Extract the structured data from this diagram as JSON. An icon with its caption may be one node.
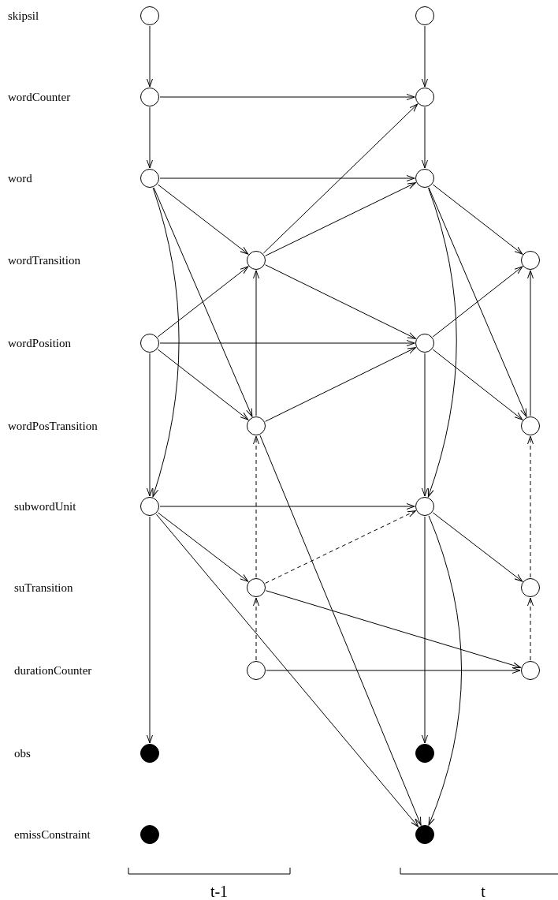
{
  "diagram": {
    "nodes": [
      {
        "text": [],
        "shape": "circle"
      },
      {
        "text": [],
        "shape": "circle"
      },
      {
        "text": [],
        "shape": "circle"
      },
      {
        "text": [],
        "shape": "circle"
      },
      {
        "text": [],
        "shape": "circle"
      },
      {
        "text": [],
        "shape": "circle"
      },
      {
        "text": [],
        "shape": "circle"
      },
      {
        "text": [],
        "shape": "circle"
      },
      {
        "text": [],
        "shape": "circle"
      },
      {
        "text": [],
        "shape": "circle"
      },
      {
        "text": [],
        "shape": "circle"
      },
      {
        "text": [],
        "shape": "circle"
      },
      {
        "text": [],
        "shape": "circle"
      },
      {
        "text": [],
        "shape": "circle"
      },
      {
        "text": [],
        "shape": "circle"
      },
      {
        "text": [],
        "shape": "circle"
      },
      {
        "text": [],
        "shape": "circle"
      },
      {
        "text": [],
        "shape": "circle"
      },
      {
        "text": [],
        "shape": "dot"
      },
      {
        "text": [],
        "shape": "dot"
      },
      {
        "text": [],
        "shape": "dot"
      },
      {
        "text": [],
        "shape": "dot"
      }
    ],
    "edges": [
      {
        "from": 0,
        "to": 2,
        "arrow": "to"
      },
      {
        "from": 1,
        "to": 3,
        "arrow": "to"
      },
      {
        "from": 2,
        "to": 3,
        "arrow": "to"
      },
      {
        "from": 2,
        "to": 4,
        "arrow": "to"
      },
      {
        "from": 3,
        "to": 5,
        "arrow": "to"
      },
      {
        "from": 4,
        "to": 5,
        "arrow": "to"
      },
      {
        "from": 4,
        "to": 6,
        "arrow": "to"
      },
      {
        "from": 4,
        "to": 10,
        "arrow": "to"
      },
      {
        "from": 4,
        "to": 12,
        "arrow": "to"
      },
      {
        "from": 6,
        "to": 3,
        "arrow": "to"
      },
      {
        "from": 6,
        "to": 5,
        "arrow": "to"
      },
      {
        "from": 6,
        "to": 9,
        "arrow": "to"
      },
      {
        "from": 5,
        "to": 7,
        "arrow": "to"
      },
      {
        "from": 5,
        "to": 11,
        "arrow": "to"
      },
      {
        "from": 5,
        "to": 13,
        "arrow": "to"
      },
      {
        "from": 8,
        "to": 6,
        "arrow": "to"
      },
      {
        "from": 8,
        "to": 9,
        "arrow": "to"
      },
      {
        "from": 8,
        "to": 10,
        "arrow": "to"
      },
      {
        "from": 8,
        "to": 12,
        "arrow": "to"
      },
      {
        "from": 9,
        "to": 7,
        "arrow": "to"
      },
      {
        "from": 9,
        "to": 11,
        "arrow": "to"
      },
      {
        "from": 9,
        "to": 13,
        "arrow": "to"
      },
      {
        "from": 10,
        "to": 6,
        "arrow": "to"
      },
      {
        "from": 10,
        "to": 9,
        "arrow": "to"
      },
      {
        "from": 10,
        "to": 21,
        "arrow": "to"
      },
      {
        "from": 11,
        "to": 7,
        "arrow": "to"
      },
      {
        "from": 12,
        "to": 13,
        "arrow": "to"
      },
      {
        "from": 12,
        "to": 14,
        "arrow": "to"
      },
      {
        "from": 12,
        "to": 18,
        "arrow": "to"
      },
      {
        "from": 12,
        "to": 21,
        "arrow": "to"
      },
      {
        "from": 13,
        "to": 15,
        "arrow": "to"
      },
      {
        "from": 13,
        "to": 19,
        "arrow": "to"
      },
      {
        "from": 13,
        "to": 21,
        "arrow": "to"
      },
      {
        "from": 14,
        "to": 10,
        "arrow": "to",
        "style": "dashed"
      },
      {
        "from": 14,
        "to": 13,
        "arrow": "to",
        "style": "dashed"
      },
      {
        "from": 14,
        "to": 17,
        "arrow": "to"
      },
      {
        "from": 15,
        "to": 11,
        "arrow": "to",
        "style": "dashed"
      },
      {
        "from": 16,
        "to": 14,
        "arrow": "to",
        "style": "dashed"
      },
      {
        "from": 16,
        "to": 17,
        "arrow": "to"
      },
      {
        "from": 17,
        "to": 15,
        "arrow": "to",
        "style": "dashed"
      }
    ],
    "labels": [
      "skipsil",
      "wordCounter",
      "word",
      "wordTransition",
      "wordPosition",
      "wordPosTransition",
      "subwordUnit",
      "suTransition",
      "durationCounter",
      "obs",
      "emissConstraint",
      "t-1",
      "t"
    ]
  }
}
